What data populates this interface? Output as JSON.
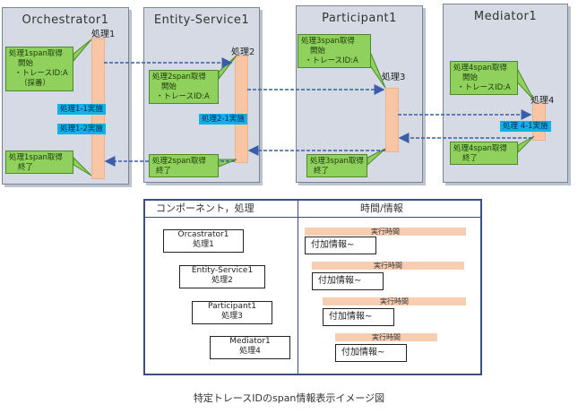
{
  "services": [
    {
      "title": "Orchestrator1"
    },
    {
      "title": "Entity-Service1"
    },
    {
      "title": "Participant1"
    },
    {
      "title": "Mediator1"
    }
  ],
  "process_labels": [
    "処理1",
    "処理2",
    "処理3",
    "処理4"
  ],
  "callouts": {
    "o_start": [
      "処理1span取得",
      "開始",
      "・トレースID:A",
      "（採番）"
    ],
    "o_end": [
      "処理1span取得",
      "終了"
    ],
    "e_start": [
      "処理2span取得",
      "開始",
      "・トレースID:A"
    ],
    "e_end": [
      "処理2span取得",
      "終了"
    ],
    "p_start": [
      "処理3span取得",
      "開始",
      "・トレースID:A"
    ],
    "p_end": [
      "処理3span取得",
      "終了"
    ],
    "m_start": [
      "処理4span取得",
      "開始",
      "・トレースID:A"
    ],
    "m_end": [
      "処理4span取得",
      "終了"
    ]
  },
  "blue_labels": [
    "処理1-1実施",
    "処理1-2実施",
    "処理2-1実施",
    "処理 4-1実施"
  ],
  "legend": {
    "col_left": "コンポーネント，処理",
    "col_right": "時間/情報",
    "components": [
      {
        "name": "Orcastrator1",
        "proc": "処理1"
      },
      {
        "name": "Entity-Service1",
        "proc": "処理2"
      },
      {
        "name": "Participant1",
        "proc": "処理3"
      },
      {
        "name": "Mediator1",
        "proc": "処理4"
      }
    ],
    "bar_label": "実行時間",
    "info_label": "付加情報~"
  },
  "caption": "特定トレースIDのspan情報表示イメージ図",
  "colors": {
    "service_bg": "#d5dae4",
    "process_bar": "#f8c6a4",
    "callout_green": "#8fd15c",
    "label_blue": "#10b0ea",
    "arrow_blue": "#3a5ea8",
    "tree_green": "#7ccc3c",
    "legend_border": "#3a4e80"
  }
}
